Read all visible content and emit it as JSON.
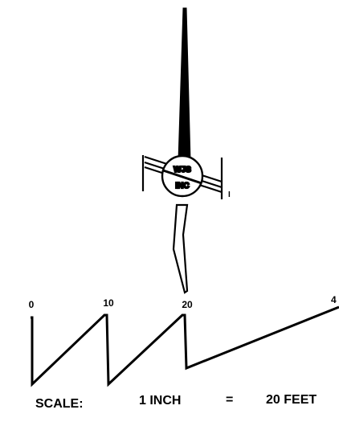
{
  "north_arrow": {
    "seal_line1": "WJS",
    "seal_line2": "INC",
    "side_mark": "I"
  },
  "scale_bar": {
    "tick_labels": [
      "0",
      "10",
      "20",
      "4"
    ],
    "text": {
      "prefix": "SCALE:",
      "ratio_left": "1 INCH",
      "equals": "=",
      "ratio_right": "20 FEET"
    }
  },
  "colors": {
    "ink": "#000000",
    "paper": "#ffffff"
  }
}
